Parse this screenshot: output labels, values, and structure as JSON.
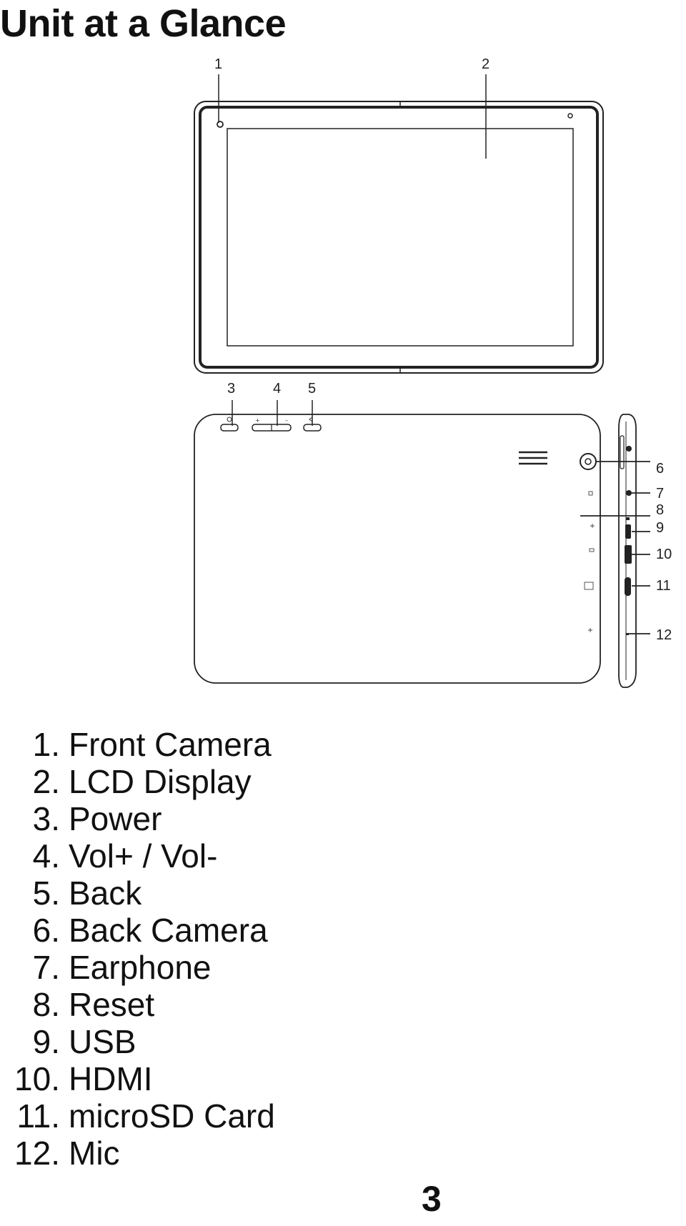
{
  "title": "Unit at a Glance",
  "callouts": {
    "front_camera": "1",
    "lcd_display": "2",
    "power": "3",
    "volume": "4",
    "back": "5",
    "back_camera": "6",
    "earphone": "7",
    "reset": "8",
    "usb": "9",
    "hdmi": "10",
    "microsd": "11",
    "mic": "12"
  },
  "legend": [
    {
      "num": "1.",
      "label": "Front Camera"
    },
    {
      "num": "2.",
      "label": "LCD Display"
    },
    {
      "num": "3.",
      "label": "Power"
    },
    {
      "num": "4.",
      "label": "Vol+ / Vol-"
    },
    {
      "num": "5.",
      "label": "Back"
    },
    {
      "num": "6.",
      "label": "Back Camera"
    },
    {
      "num": "7.",
      "label": "Earphone"
    },
    {
      "num": "8.",
      "label": "Reset"
    },
    {
      "num": "9.",
      "label": "USB"
    },
    {
      "num": "10.",
      "label": "HDMI"
    },
    {
      "num": "11.",
      "label": "microSD Card"
    },
    {
      "num": "12.",
      "label": "Mic"
    }
  ],
  "page_number": "3"
}
